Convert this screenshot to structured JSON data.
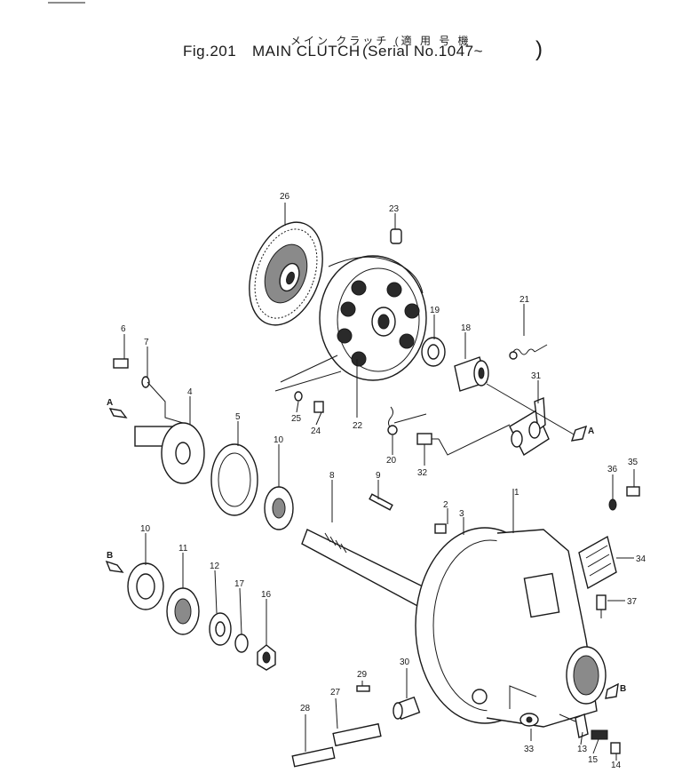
{
  "title": {
    "japanese_line": "メイン クラッチ (適 用 号 機",
    "figure": "Fig.201",
    "name": "MAIN CLUTCH",
    "serial": "(Serial No.1047~",
    "close_paren": ")"
  },
  "callouts": [
    "1",
    "2",
    "3",
    "4",
    "5",
    "6",
    "7",
    "8",
    "9",
    "10",
    "10",
    "11",
    "12",
    "13",
    "14",
    "15",
    "16",
    "17",
    "18",
    "19",
    "20",
    "21",
    "22",
    "23",
    "24",
    "25",
    "26",
    "27",
    "28",
    "29",
    "30",
    "31",
    "32",
    "33",
    "34",
    "35",
    "36",
    "37"
  ],
  "view_markers": [
    "A",
    "A",
    "B",
    "B"
  ]
}
